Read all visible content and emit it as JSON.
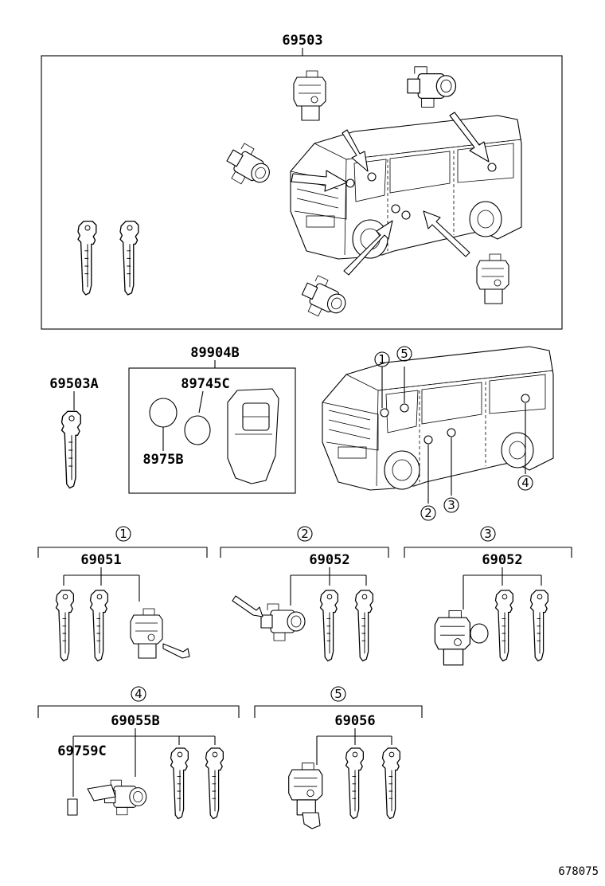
{
  "labels": {
    "top_assembly": "69503",
    "remote_assembly": "89904B",
    "transmitter_case": "89745C",
    "battery": "8975B",
    "key_blank": "69503A",
    "group1_part": "69051",
    "group2_part": "69052",
    "group3_part": "69052",
    "group4_part": "69055B",
    "group4_sub": "69759C",
    "group5_part": "69056",
    "diagram_id": "678075"
  },
  "callouts": {
    "c1": "1",
    "c2": "2",
    "c3": "3",
    "c4": "4",
    "c5": "5"
  },
  "groups": [
    {
      "marker": "1",
      "part": "69051"
    },
    {
      "marker": "2",
      "part": "69052"
    },
    {
      "marker": "3",
      "part": "69052"
    },
    {
      "marker": "4",
      "part": "69055B"
    },
    {
      "marker": "5",
      "part": "69056"
    }
  ]
}
